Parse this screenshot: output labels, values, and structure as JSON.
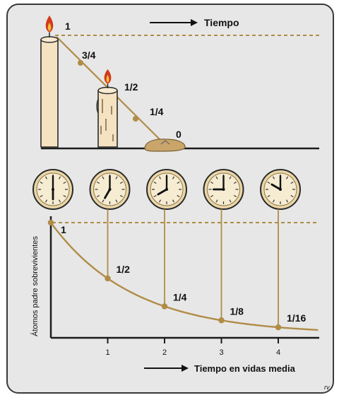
{
  "top": {
    "time_label": "Tiempo",
    "fractions": [
      "1",
      "3/4",
      "1/2",
      "1/4",
      "0"
    ]
  },
  "bottom": {
    "ylabel": "Átomos padre sobrevivientes",
    "xlabel": "Tiempo en vidas media",
    "ticks": [
      "1",
      "2",
      "3",
      "4"
    ],
    "point_labels": [
      "1",
      "1/2",
      "1/4",
      "1/8",
      "1/16"
    ]
  },
  "signature": "rv",
  "colors": {
    "background": "#e7e7e7",
    "border": "#3a3a3a",
    "accent": "#b08c47",
    "candle": "#f4e2c1",
    "flame_outer": "#d23a1a",
    "flame_inner": "#f7c23e"
  },
  "chart_data": {
    "type": "line",
    "x": [
      0,
      1,
      2,
      3,
      4
    ],
    "values": [
      1,
      0.5,
      0.25,
      0.125,
      0.0625
    ],
    "xlabel": "Tiempo en vidas media",
    "ylabel": "Átomos padre sobrevivientes"
  }
}
